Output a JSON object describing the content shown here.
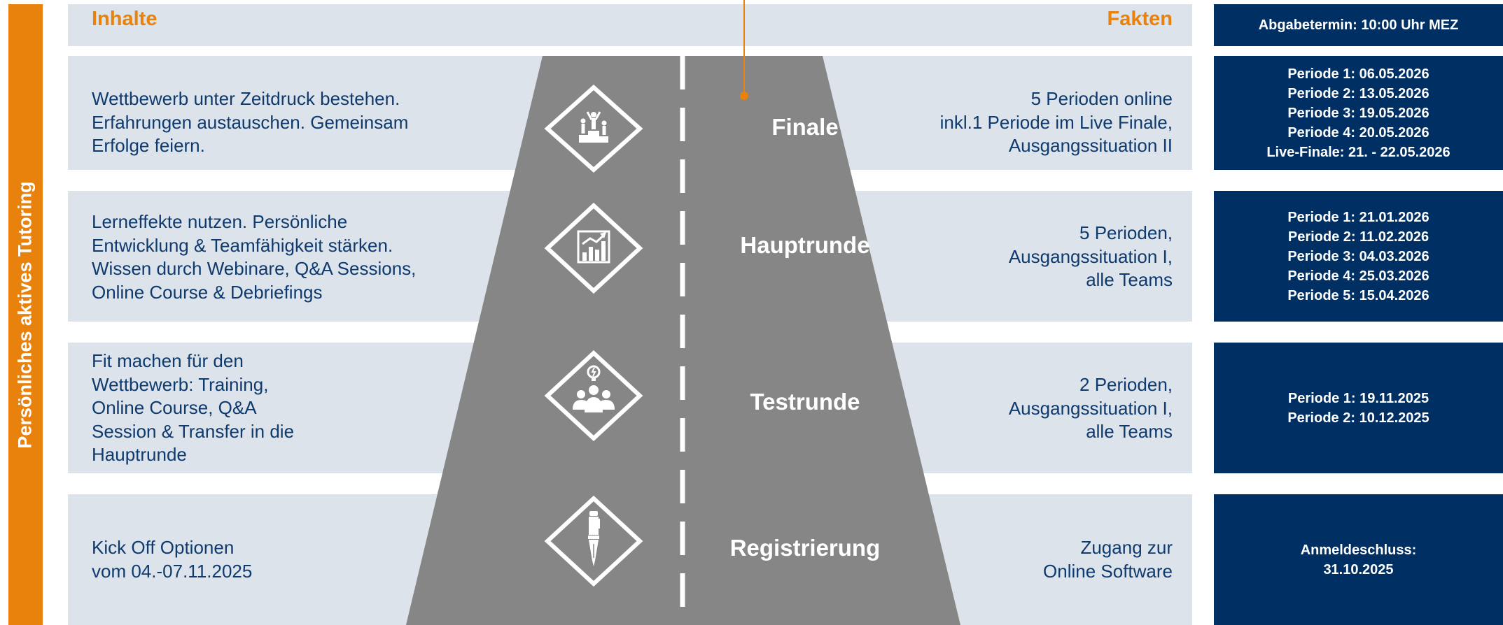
{
  "sidebar": {
    "label": "Persönliches aktives Tutoring"
  },
  "header": {
    "left": "Inhalte",
    "right": "Fakten",
    "deadline": "Abgabetermin: 10:00 Uhr MEZ"
  },
  "colors": {
    "accent_orange": "#E8820C",
    "navy": "#002F63",
    "band": "#DCE3EB",
    "road": "#868686",
    "text_blue": "#0E3A6E"
  },
  "stages": [
    {
      "name": "Finale",
      "icon": "podium-winners-icon",
      "content": "Wettbewerb unter Zeitdruck bestehen.\nErfahrungen austauschen. Gemeinsam\nErfolge feiern.",
      "facts": "5 Perioden online\ninkl.1 Periode im Live Finale,\nAusgangssituation II",
      "dates": "Periode 1: 06.05.2026\nPeriode 2: 13.05.2026\nPeriode 3: 19.05.2026\nPeriode 4: 20.05.2026\nLive-Finale: 21. - 22.05.2026"
    },
    {
      "name": "Hauptrunde",
      "icon": "bar-chart-growth-icon",
      "content": "Lerneffekte nutzen. Persönliche\nEntwicklung & Teamfähigkeit stärken.\nWissen durch Webinare, Q&A Sessions,\nOnline Course & Debriefings",
      "facts": "5 Perioden,\nAusgangssituation I,\nalle Teams",
      "dates": "Periode 1: 21.01.2026\nPeriode 2: 11.02.2026\nPeriode 3: 04.03.2026\nPeriode 4: 25.03.2026\nPeriode 5: 15.04.2026"
    },
    {
      "name": "Testrunde",
      "icon": "team-idea-icon",
      "content": "Fit machen für den\nWettbewerb: Training,\nOnline Course, Q&A\nSession & Transfer in die\nHauptrunde",
      "facts": "2 Perioden,\nAusgangssituation I,\nalle Teams",
      "dates": "Periode 1: 19.11.2025\nPeriode 2: 10.12.2025"
    },
    {
      "name": "Registrierung",
      "icon": "fountain-pen-icon",
      "content": "Kick Off Optionen\nvom 04.-07.11.2025",
      "facts": "Zugang zur\nOnline Software",
      "dates": "Anmeldeschluss:\n31.10.2025"
    }
  ]
}
